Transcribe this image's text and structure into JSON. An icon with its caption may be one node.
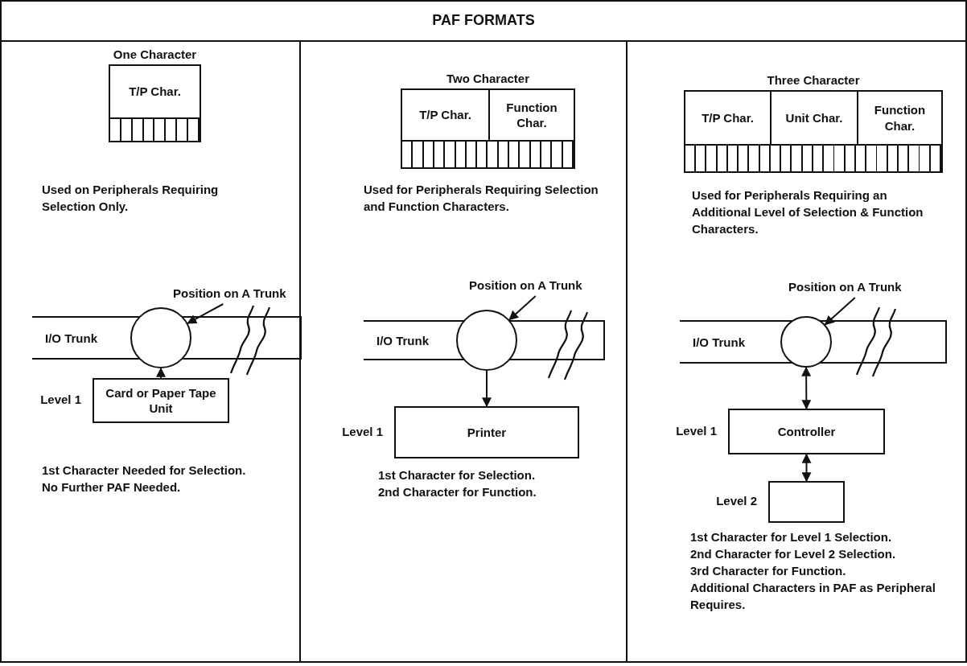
{
  "diagram": {
    "title": "PAF FORMATS",
    "nodes": [
      {
        "text": [
          "One Character"
        ]
      },
      {
        "text": [
          "T/P Char."
        ],
        "in": 0
      },
      {
        "text": [
          "Position on A Trunk"
        ]
      },
      {
        "text": [
          "I/O Trunk"
        ]
      },
      {
        "text": [],
        "shape": "circle"
      },
      {
        "text": [
          "Card or Paper Tape Unit"
        ],
        "beside": [
          "Level 1"
        ]
      },
      {
        "text": [
          "Two Character"
        ]
      },
      {
        "text": [
          "T/P Char."
        ],
        "in": 6
      },
      {
        "text": [
          "Function Char."
        ],
        "in": 6
      },
      {
        "text": [
          "Position on A Trunk"
        ]
      },
      {
        "text": [
          "I/O Trunk"
        ]
      },
      {
        "text": [],
        "shape": "circle"
      },
      {
        "text": [
          "Printer"
        ],
        "beside": [
          "Level 1"
        ]
      },
      {
        "text": [
          "Three Character"
        ]
      },
      {
        "text": [
          "T/P Char."
        ],
        "in": 13
      },
      {
        "text": [
          "Unit Char."
        ],
        "in": 13
      },
      {
        "text": [
          "Function Char."
        ],
        "in": 13
      },
      {
        "text": [
          "Position on A Trunk"
        ]
      },
      {
        "text": [
          "I/O Trunk"
        ]
      },
      {
        "text": [],
        "shape": "circle"
      },
      {
        "text": [
          "Controller"
        ],
        "beside": [
          "Level 1"
        ]
      },
      {
        "text": [],
        "shape": "box",
        "beside": [
          "Level 2"
        ]
      }
    ],
    "edges": [
      {
        "from": 2,
        "to": 4,
        "arrow": "to"
      },
      {
        "from": 5,
        "to": 4,
        "arrow": "to"
      },
      {
        "from": 9,
        "to": 11,
        "arrow": "to"
      },
      {
        "from": 11,
        "to": 12,
        "arrow": "to"
      },
      {
        "from": 17,
        "to": 19,
        "arrow": "to"
      },
      {
        "from": 19,
        "to": 20,
        "arrow": "both"
      },
      {
        "from": 20,
        "to": 21,
        "arrow": "both"
      }
    ],
    "labels": [
      "Used on Peripherals Requiring Selection Only.",
      "1st Character Needed for Selection. No Further PAF Needed.",
      "Used for Peripherals Requiring Selection and Function Characters.",
      "1st Character for Selection. 2nd Character for Function.",
      "Used for Peripherals Requiring an Additional Level of Selection & Function Characters.",
      "1st Character for Level 1 Selection. 2nd Character for Level 2 Selection. 3rd Character for Function. Additional Characters in PAF as Peripheral Requires."
    ]
  }
}
